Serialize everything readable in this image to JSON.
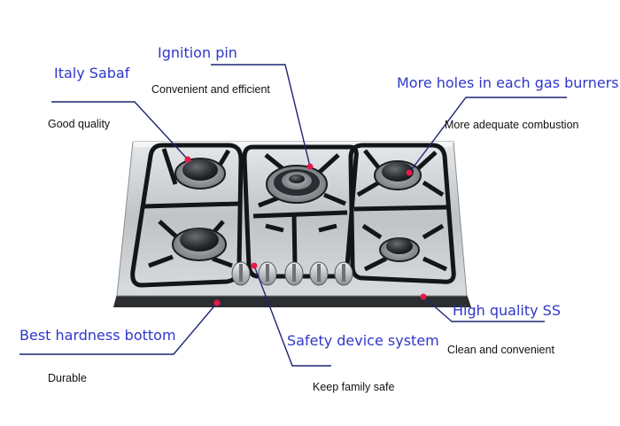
{
  "features": {
    "ignition": {
      "title": "Ignition pin",
      "desc": "Convenient and efficient"
    },
    "italy": {
      "title": "Italy Sabaf",
      "desc": "Good quality"
    },
    "holes": {
      "title": "More holes in each gas burners",
      "desc": "More adequate combustion"
    },
    "ss": {
      "title": "High quality SS",
      "desc": "Clean and convenient"
    },
    "hardness": {
      "title": "Best hardness bottom",
      "desc": "Durable"
    },
    "safety": {
      "title": "Safety device system",
      "desc": "Keep family safe"
    }
  },
  "colors": {
    "label_blue": "#2f37c9",
    "leader_navy": "#1d2570",
    "marker_red": "#e8194a"
  }
}
